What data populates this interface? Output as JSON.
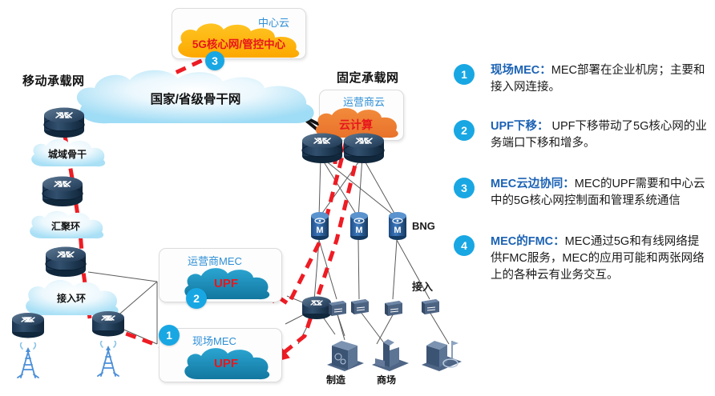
{
  "diagram": {
    "headers": {
      "mobile_bearer": "移动承载网",
      "fixed_bearer": "固定承载网"
    },
    "clouds": {
      "central_cloud_panel_label": "中心云",
      "central_cloud_text": "5G核心网/管控中心",
      "backbone_text": "国家/省级骨干网",
      "operator_cloud_panel_label": "运营商云",
      "operator_cloud_text": "云计算",
      "metro_backbone": "城域骨干",
      "aggregation_ring": "汇聚环",
      "access_ring": "接入环",
      "operator_mec_panel_label": "运营商MEC",
      "operator_mec_cloud_text": "UPF",
      "onsite_mec_panel_label": "现场MEC",
      "onsite_mec_cloud_text": "UPF"
    },
    "labels": {
      "bng": "BNG",
      "access": "接入",
      "manufacturing": "制造",
      "mall": "商场"
    },
    "badges": {
      "central_cloud": "3",
      "operator_mec": "2",
      "onsite_mec": "1"
    },
    "colors": {
      "badge_blue": "#18A7E3",
      "panel_label_blue": "#2E8FD6",
      "cloud_yellow": "#FFB400",
      "cloud_orange": "#EE7E31",
      "cloud_upf": "#1A8FBF",
      "cloud_backbone": "#CCEBFA",
      "router_navy": "#22405E",
      "red_dashed": "#EE1C24",
      "heading_blue": "#1B62B4",
      "black_link": "#141414"
    }
  },
  "legend": {
    "items": [
      {
        "number": "1",
        "heading": "现场MEC：",
        "body": "MEC部署在企业机房；主要和接入网连接。"
      },
      {
        "number": "2",
        "heading": "UPF下移：",
        "body": " UPF下移带动了5G核心网的业务端口下移和增多。"
      },
      {
        "number": "3",
        "heading": "MEC云边协同：",
        "body": "MEC的UPF需要和中心云中的5G核心网控制面和管理系统通信"
      },
      {
        "number": "4",
        "heading": "MEC的FMC：",
        "body": "MEC通过5G和有线网络提供FMC服务，MEC的应用可能和两张网络上的各种云有业务交互。"
      }
    ]
  }
}
